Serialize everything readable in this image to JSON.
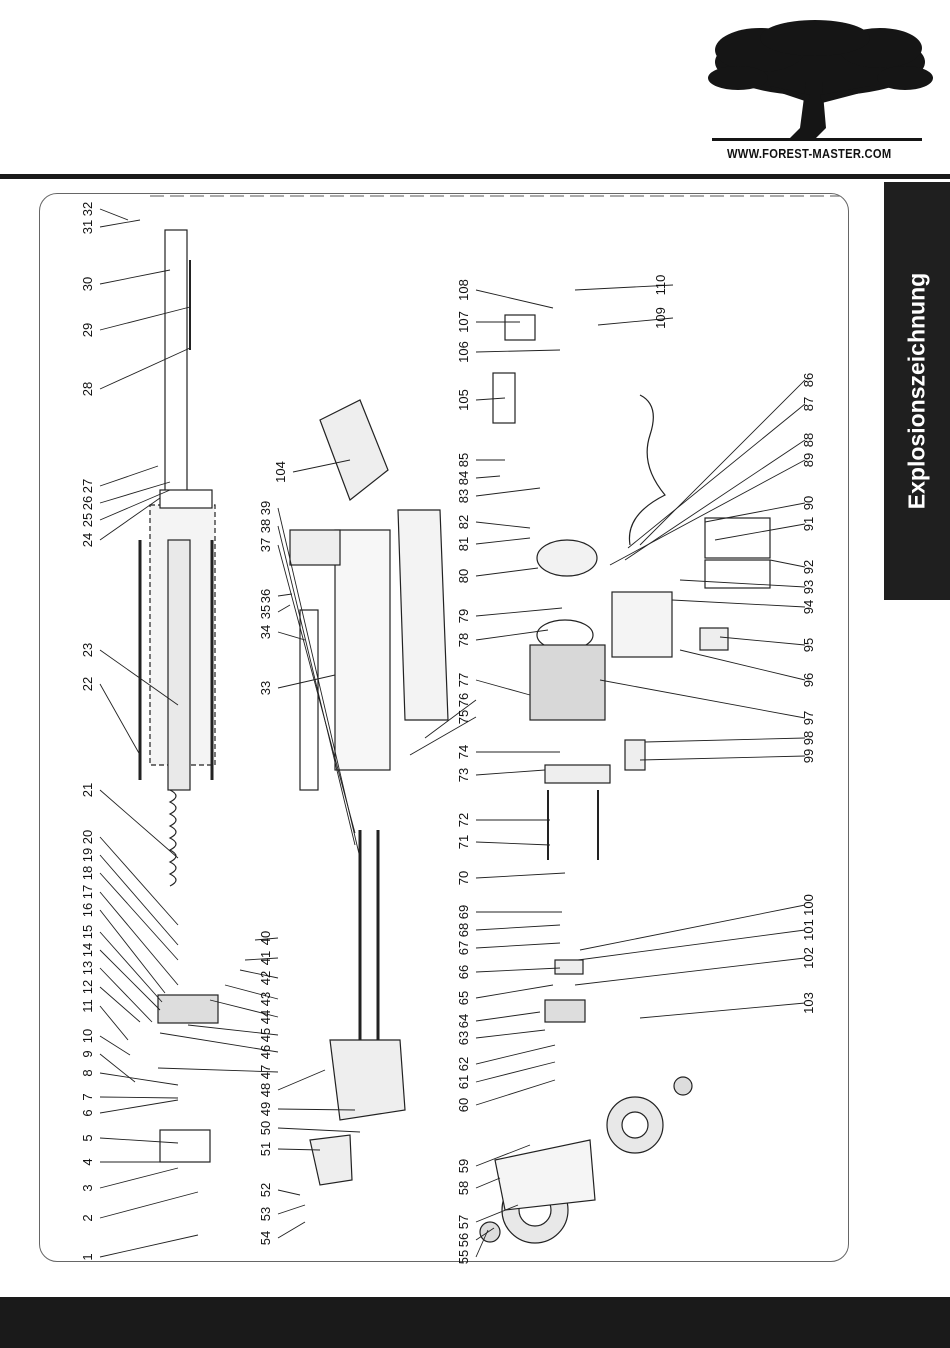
{
  "header": {
    "brand_url": "WWW.FOREST-MASTER.COM",
    "logo_icon": "tree-logo-icon"
  },
  "side_tab": {
    "label": "Explosionszeichnung"
  },
  "diagram": {
    "type": "exploded-parts-drawing",
    "part_numbers": [
      "1",
      "2",
      "3",
      "4",
      "5",
      "6",
      "7",
      "8",
      "9",
      "10",
      "11",
      "12",
      "13",
      "14",
      "15",
      "16",
      "17",
      "18",
      "19",
      "20",
      "21",
      "22",
      "23",
      "24",
      "25",
      "26",
      "27",
      "28",
      "29",
      "30",
      "31",
      "32",
      "33",
      "34",
      "35",
      "36",
      "37",
      "38",
      "39",
      "40",
      "41",
      "42",
      "43",
      "44",
      "45",
      "46",
      "47",
      "48",
      "49",
      "50",
      "51",
      "52",
      "53",
      "54",
      "55",
      "56",
      "57",
      "58",
      "59",
      "60",
      "61",
      "62",
      "63",
      "64",
      "65",
      "66",
      "67",
      "68",
      "69",
      "70",
      "71",
      "72",
      "73",
      "74",
      "75",
      "76",
      "77",
      "78",
      "79",
      "80",
      "81",
      "82",
      "83",
      "84",
      "85",
      "86",
      "87",
      "88",
      "89",
      "90",
      "91",
      "92",
      "93",
      "94",
      "95",
      "96",
      "97",
      "98",
      "99",
      "100",
      "101",
      "102",
      "103",
      "104",
      "105",
      "106",
      "107",
      "108",
      "109",
      "110"
    ]
  },
  "colors": {
    "bar": "#1a1a1a",
    "frame": "#666666",
    "line": "#222222"
  }
}
